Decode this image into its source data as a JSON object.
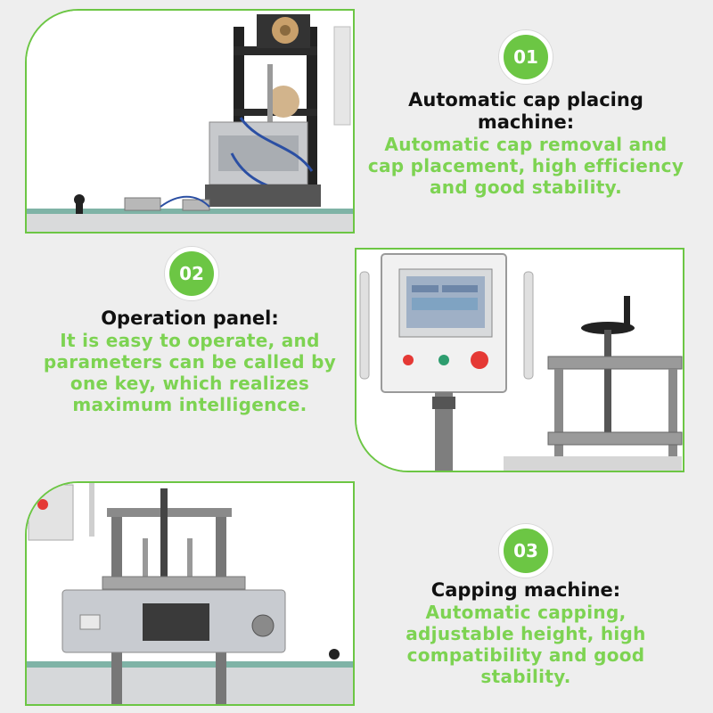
{
  "colors": {
    "accent": "#6cc644",
    "text_dark": "#111111",
    "text_green": "#7dd352",
    "background": "#eeeeee"
  },
  "sections": [
    {
      "number": "01",
      "title": "Automatic cap placing machine:",
      "description": "Automatic cap removal and cap placement, high efficiency and good stability."
    },
    {
      "number": "02",
      "title": "Operation panel:",
      "description": "It is easy to operate, and parameters can be called by one key, which realizes maximum intelligence."
    },
    {
      "number": "03",
      "title": "Capping machine:",
      "description": "Automatic capping, adjustable height, high compatibility and good stability."
    }
  ]
}
